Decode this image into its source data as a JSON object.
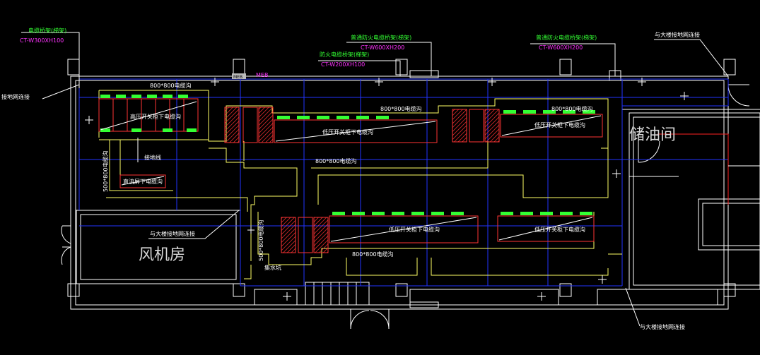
{
  "labels": {
    "cable_tray_top_left": "电缆桥架(梯架)",
    "cable_tray_top_left_spec": "CT-W300XH100",
    "ground_grid_left": "接地网连接",
    "tray_mid_upper": "普通防火电缆桥架(梯架)",
    "tray_mid_upper_spec": "CT-W600XH200",
    "tray_mid_lower": "防火电缆桥架(梯架)",
    "tray_mid_lower_spec": "CT-W200XH100",
    "tray_right": "普通防火电缆桥架(梯架)",
    "tray_right_spec": "CT-W600XH200",
    "ground_top_right": "与大楼接地网连接",
    "ground_bottom_right": "与大楼接地网连接",
    "ground_left_room": "与大楼接地网连接",
    "meb_box": "MEB",
    "meb_text": "MEB",
    "trench_800_top_left": "800*800电缆沟",
    "trench_800_mid": "800*800电缆沟",
    "trench_800_right": "800*800电缆沟",
    "trench_800_center": "800*800电缆沟",
    "trench_800_bottom": "800*800电缆沟",
    "trench_500_left": "500*800电缆沟",
    "trench_500_lower": "500*800电缆沟",
    "cabinet_hv": "高压开关柜下电缆沟",
    "cabinet_lv_mid": "低压开关柜下电缆沟",
    "cabinet_lv_right": "低压开关柜下电缆沟",
    "cabinet_lv_b1": "低压开关柜下电缆沟",
    "cabinet_lv_b2": "低压开关柜下电缆沟",
    "dc_screen": "直流屏下电缆沟",
    "support": "接地线",
    "sump": "集水坑",
    "room_fan": "风机房",
    "room_oil": "储油间"
  },
  "colors": {
    "wall": "#ffffff",
    "grid": "#2233ff",
    "trench": "#ffff66",
    "label_green": "#33ff33",
    "label_magenta": "#ff33ff",
    "transformer": "#ff3333",
    "leader": "#ff2222"
  }
}
